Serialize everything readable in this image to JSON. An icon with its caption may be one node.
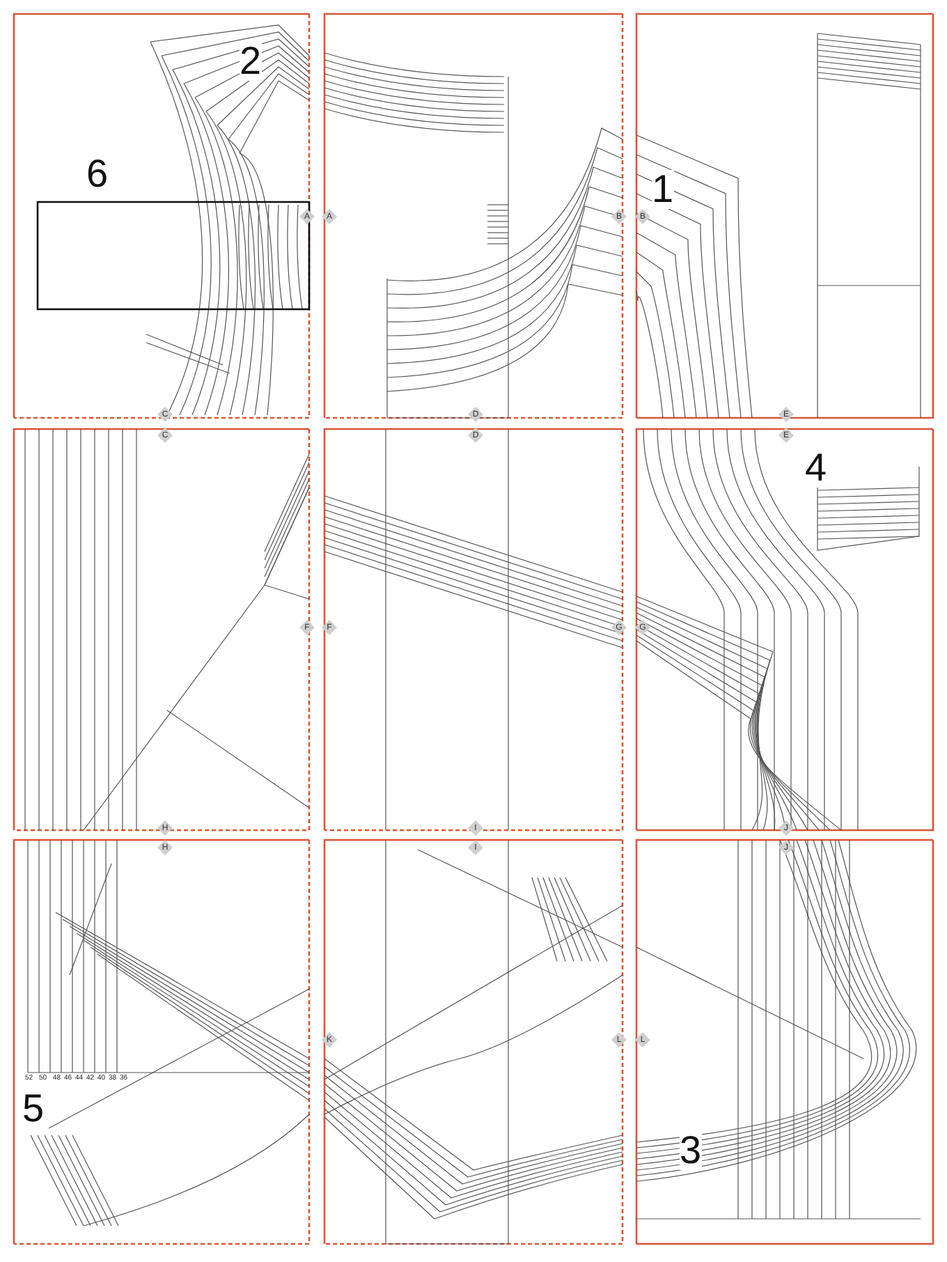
{
  "diagram": {
    "labels": [
      "2",
      "6",
      "A",
      "C",
      "A",
      "B",
      "D",
      "1",
      "B",
      "E",
      "C",
      "F",
      "H",
      "D",
      "F",
      "G",
      "I",
      "E",
      "4",
      "G",
      "J",
      "H",
      "52",
      "50",
      "48",
      "46",
      "44",
      "42",
      "40",
      "38",
      "36",
      "5",
      "I",
      "K",
      "L",
      "J",
      "L",
      "3"
    ]
  }
}
